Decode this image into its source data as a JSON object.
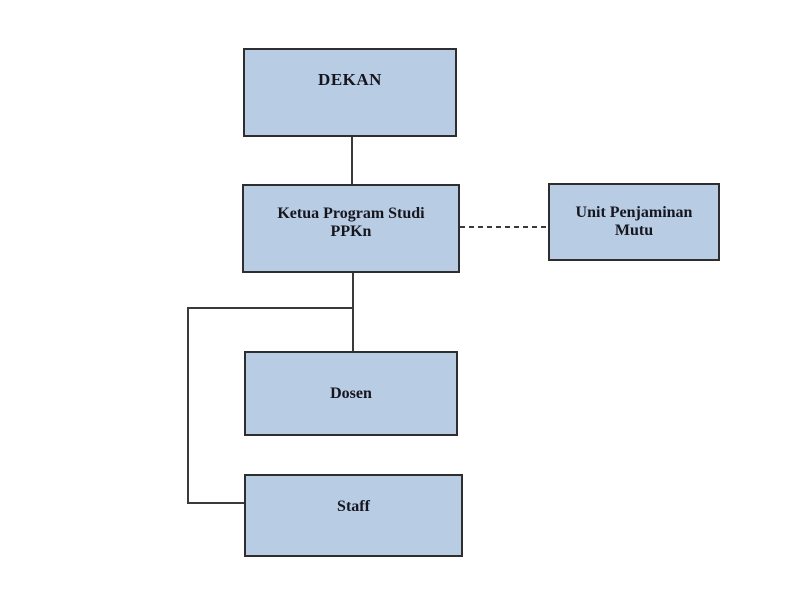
{
  "page": {
    "background": "#ffffff"
  },
  "diagram": {
    "type": "org-chart",
    "nodes": [
      {
        "id": "dekan",
        "label": "DEKAN"
      },
      {
        "id": "ketua-program-studi-ppkn",
        "label": "Ketua Program Studi PPKn",
        "line1": "Ketua Program Studi",
        "line2": "PPKn"
      },
      {
        "id": "unit-penjaminan-mutu",
        "label": "Unit Penjaminan Mutu",
        "line1": "Unit Penjaminan",
        "line2": "Mutu"
      },
      {
        "id": "dosen",
        "label": "Dosen"
      },
      {
        "id": "staff",
        "label": "Staff"
      }
    ],
    "edges": [
      {
        "from": "DEKAN",
        "to": "Ketua Program Studi PPKn",
        "style": "solid"
      },
      {
        "from": "Ketua Program Studi PPKn",
        "to": "Unit Penjaminan Mutu",
        "style": "dashed"
      },
      {
        "from": "Ketua Program Studi PPKn",
        "to": "Dosen",
        "style": "solid"
      },
      {
        "from": "Ketua Program Studi PPKn",
        "to": "Staff",
        "style": "solid"
      }
    ],
    "colors": {
      "node_fill": "#b8cce4",
      "node_border": "#2e2e2e",
      "connector": "#3a3a3a",
      "text": "#16161f",
      "background": "#ffffff"
    }
  }
}
